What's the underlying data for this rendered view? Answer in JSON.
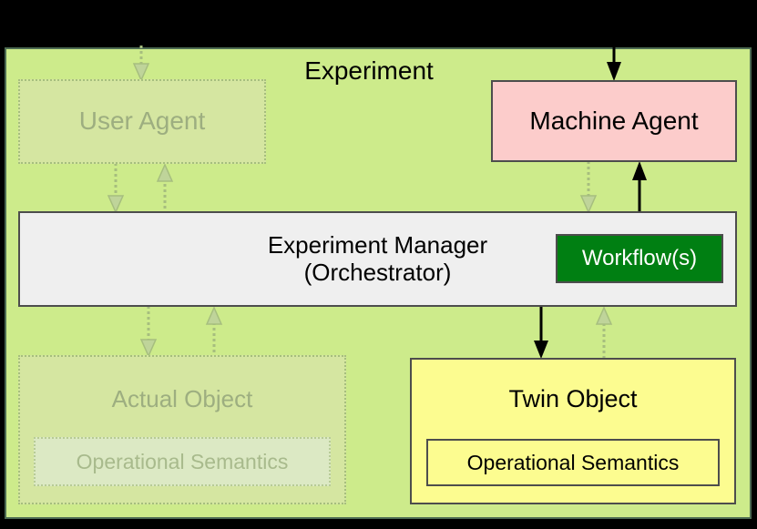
{
  "diagram": {
    "title": "Experiment",
    "background_color": "#CDEB8B",
    "frame_border_color": "#4D6B53"
  },
  "nodes": {
    "user_agent": {
      "label": "User Agent",
      "state": "faded",
      "fill": "#D5E6A1",
      "text_color": "#9DAE80"
    },
    "machine_agent": {
      "label": "Machine Agent",
      "state": "active",
      "fill": "#FCCCCB",
      "text_color": "#000000"
    },
    "experiment_manager": {
      "label_line1": "Experiment Manager",
      "label_line2": "(Orchestrator)",
      "state": "active",
      "fill": "#EFEFEF",
      "text_color": "#000000"
    },
    "workflows": {
      "label": "Workflow(s)",
      "state": "active",
      "fill": "#007F12",
      "text_color": "#FFFFFF"
    },
    "actual_object": {
      "label": "Actual Object",
      "state": "faded",
      "fill": "#D5E6A1",
      "text_color": "#9DAE80",
      "inner": {
        "label": "Operational Semantics",
        "fill": "#DCE9C4",
        "text_color": "#A8BA8C"
      }
    },
    "twin_object": {
      "label": "Twin Object",
      "state": "active",
      "fill": "#FCFC90",
      "text_color": "#000000",
      "inner": {
        "label": "Operational Semantics",
        "fill": "#FCFC90",
        "text_color": "#000000"
      }
    }
  },
  "connectors": [
    {
      "id": "external-to-machine-agent",
      "style": "solid",
      "direction": "down",
      "color": "#000000"
    },
    {
      "id": "external-to-user-agent",
      "style": "dotted",
      "direction": "down",
      "color": "#A6BE7E"
    },
    {
      "id": "user-agent-to-manager",
      "style": "dotted",
      "direction": "down",
      "color": "#A6BE7E"
    },
    {
      "id": "manager-to-user-agent",
      "style": "dotted",
      "direction": "up",
      "color": "#A6BE7E"
    },
    {
      "id": "machine-agent-to-manager",
      "style": "dotted",
      "direction": "down",
      "color": "#A6BE7E"
    },
    {
      "id": "manager-to-machine-agent",
      "style": "solid",
      "direction": "up",
      "color": "#000000"
    },
    {
      "id": "manager-to-actual-object",
      "style": "dotted",
      "direction": "down",
      "color": "#A6BE7E"
    },
    {
      "id": "actual-object-to-manager",
      "style": "dotted",
      "direction": "up",
      "color": "#A6BE7E"
    },
    {
      "id": "manager-to-twin-object",
      "style": "solid",
      "direction": "down",
      "color": "#000000"
    },
    {
      "id": "twin-object-to-manager",
      "style": "dotted",
      "direction": "up",
      "color": "#A6BE7E"
    }
  ]
}
